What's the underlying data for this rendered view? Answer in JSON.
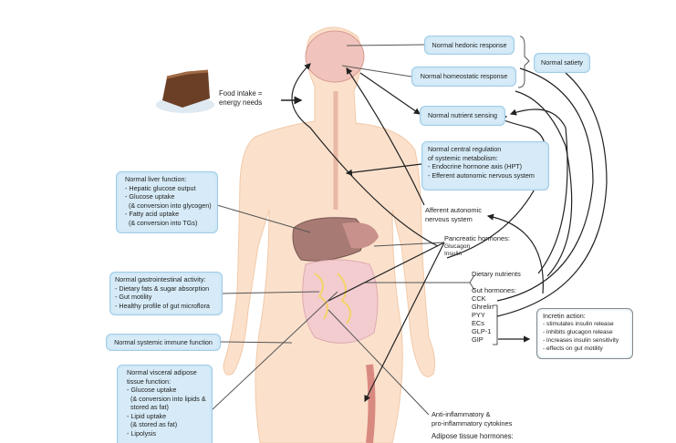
{
  "food_intake": {
    "line1": "Food intake =",
    "line2": "energy needs"
  },
  "brain_boxes": {
    "hedonic": "Normal hedonic response",
    "homeostatic": "Normal homeostatic response",
    "satiety": "Normal satiety",
    "nutrient_sensing": "Normal nutrient sensing"
  },
  "central": {
    "title1": "Normal central regulation",
    "title2": "of systemic metabolism:",
    "items": [
      "- Endocrine hormone axis (HPT)",
      "- Efferent autonomic nervous system"
    ]
  },
  "liver": {
    "title": "Normal liver function:",
    "items": [
      "- Hepatic glucose output",
      "- Glucose uptake",
      "  (& conversion into glycogen)",
      "- Fatty acid uptake",
      "  (& conversion into TGs)"
    ]
  },
  "gi": {
    "title": "Normal gastrointestinal activity:",
    "items": [
      "- Dietary fats & sugar absorption",
      "- Gut motility",
      "- Healthy profile of gut microflora"
    ]
  },
  "immune": {
    "title": "Normal systemic immune function"
  },
  "adipose": {
    "title1": "Normal visceral adipose",
    "title2": "tissue function:",
    "items": [
      "- Glucose uptake",
      "  (& conversion into lipids &",
      "  stored as fat)",
      "- Lipid uptake",
      "  (& stored as fat)",
      "- Lipolysis"
    ]
  },
  "afferent": {
    "line1": "Afferent autonomic",
    "line2": "nervous system"
  },
  "pancreatic": {
    "title": "Pancreatic hormones:",
    "items": [
      "Glucagon",
      "Insulin"
    ]
  },
  "dietary_nutrients": "Dietary nutrients",
  "gut": {
    "title": "Gut hormones:",
    "items": [
      "CCK",
      "Ghrelin",
      "PYY",
      "ECs",
      "GLP-1",
      "GIP"
    ]
  },
  "incretin": {
    "title": "Incretin action:",
    "items": [
      "- stimulates insulin release",
      "- inhibits glucagon release",
      "- increases insulin sensitivity",
      "- effects on gut motility"
    ]
  },
  "cytokines": {
    "line1": "Anti-inflammatory &",
    "line2": "pro-inflammatory cytokines"
  },
  "adipose_hormones": "Adipose tissue hormones:"
}
